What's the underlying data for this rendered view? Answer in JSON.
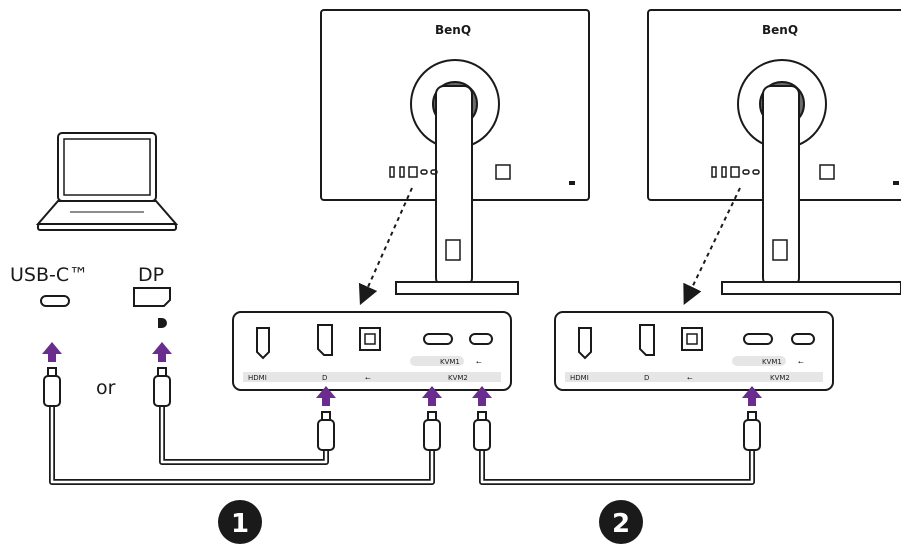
{
  "monitors": [
    {
      "brand": "BenQ",
      "panel_labels": {
        "hdmi": "HDMI",
        "dp": "D",
        "usb": "⭠",
        "kvm1": "KVM1",
        "kvm2": "KVM2"
      }
    },
    {
      "brand": "BenQ",
      "panel_labels": {
        "hdmi": "HDMI",
        "dp": "D",
        "usb": "⭠",
        "kvm1": "KVM1",
        "kvm2": "KVM2"
      }
    }
  ],
  "laptop": {
    "usbc_label": "USB-C™",
    "dp_label": "DP",
    "or_label": "or"
  },
  "steps": [
    "1",
    "2"
  ],
  "colors": {
    "arrow": "#6a2c8f",
    "line": "#1a1a1a",
    "panel_fill": "#ffffff",
    "port_bar": "#e6e6e6"
  }
}
